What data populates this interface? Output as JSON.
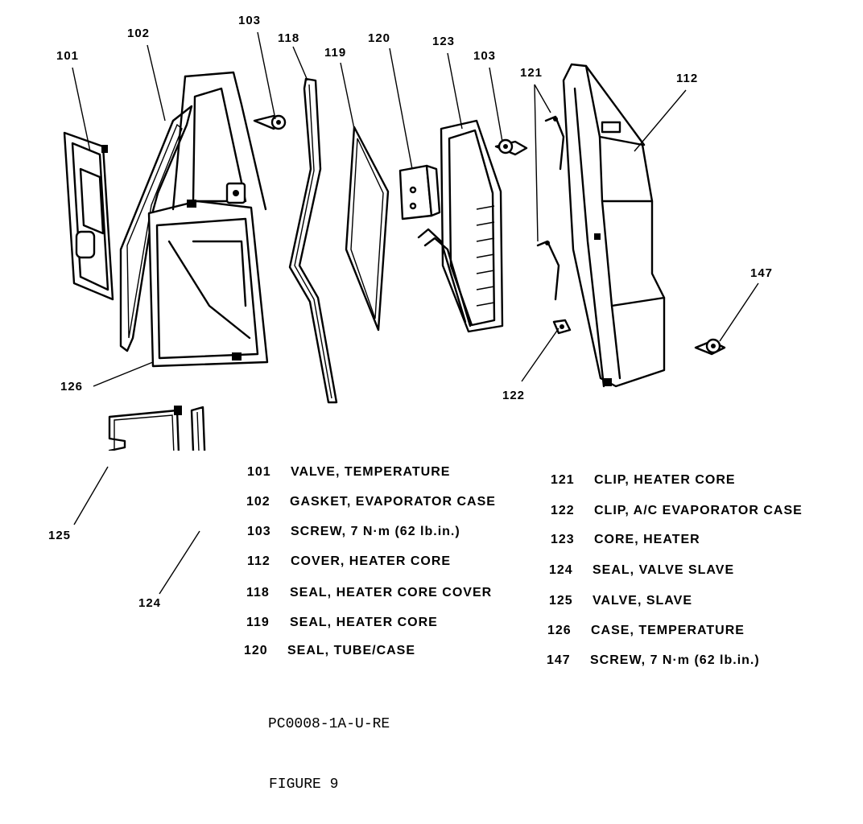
{
  "callouts": [
    "101",
    "102",
    "103",
    "118",
    "119",
    "120",
    "123",
    "103",
    "121",
    "112",
    "147",
    "126",
    "122",
    "125",
    "124"
  ],
  "legend_left": [
    {
      "num": "101",
      "desc": "VALVE, TEMPERATURE"
    },
    {
      "num": "102",
      "desc": "GASKET, EVAPORATOR CASE"
    },
    {
      "num": "103",
      "desc": "SCREW, 7 N·m (62 lb.in.)"
    },
    {
      "num": "112",
      "desc": "COVER, HEATER CORE"
    },
    {
      "num": "118",
      "desc": "SEAL, HEATER CORE COVER"
    },
    {
      "num": "119",
      "desc": "SEAL, HEATER CORE"
    },
    {
      "num": "120",
      "desc": "SEAL, TUBE/CASE"
    }
  ],
  "legend_right": [
    {
      "num": "121",
      "desc": "CLIP, HEATER CORE"
    },
    {
      "num": "122",
      "desc": "CLIP, A/C EVAPORATOR CASE"
    },
    {
      "num": "123",
      "desc": "CORE, HEATER"
    },
    {
      "num": "124",
      "desc": "SEAL, VALVE SLAVE"
    },
    {
      "num": "125",
      "desc": "VALVE, SLAVE"
    },
    {
      "num": "126",
      "desc": "CASE, TEMPERATURE"
    },
    {
      "num": "147",
      "desc": "SCREW, 7 N·m (62 lb.in.)"
    }
  ],
  "doc_code": "PC0008-1A-U-RE",
  "figure_label": "FIGURE 9"
}
